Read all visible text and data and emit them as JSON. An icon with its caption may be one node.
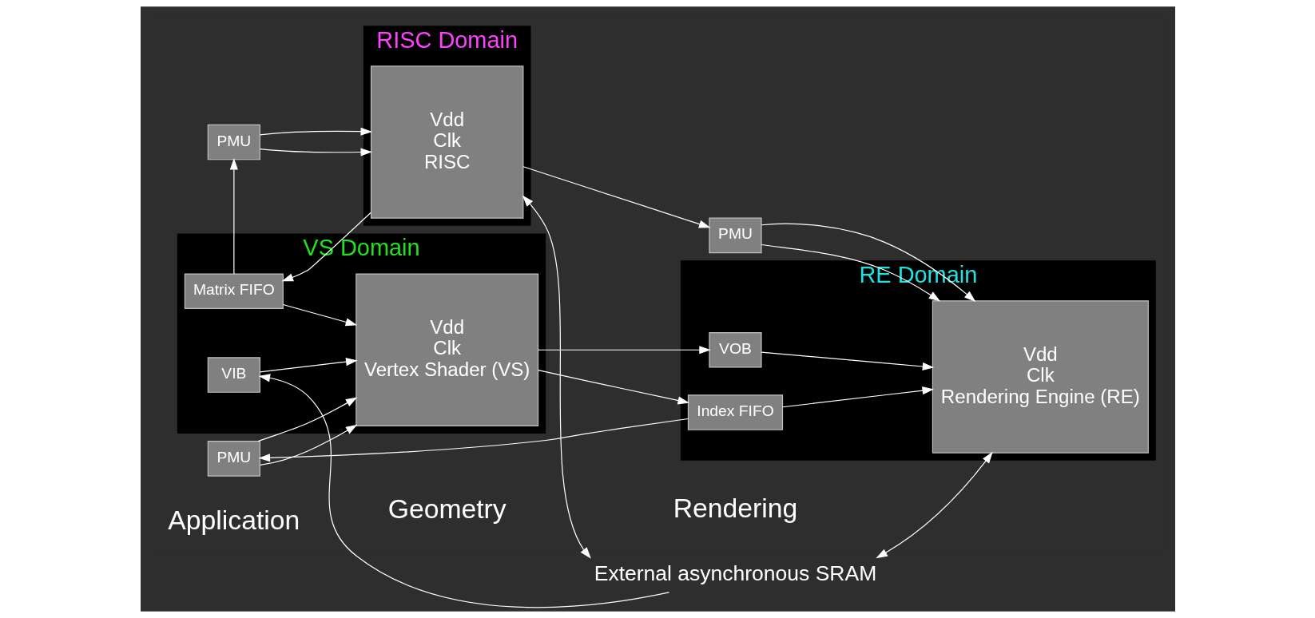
{
  "diagram": {
    "nodes": [
      {
        "text": [
          "PMU"
        ]
      },
      {
        "text": [
          "PMU"
        ]
      },
      {
        "text": [
          "PMU"
        ]
      },
      {
        "text": [
          "RISC Domain"
        ]
      },
      {
        "text": [
          "Vdd",
          "Clk",
          "RISC"
        ],
        "in": 3
      },
      {
        "text": [
          "VS Domain"
        ]
      },
      {
        "text": [
          "Matrix FIFO"
        ],
        "in": 5
      },
      {
        "text": [
          "VIB"
        ],
        "in": 5
      },
      {
        "text": [
          "Vdd",
          "Clk",
          "Vertex Shader (VS)"
        ],
        "in": 5
      },
      {
        "text": [
          "RE Domain"
        ]
      },
      {
        "text": [
          "Index FIFO"
        ],
        "in": 9
      },
      {
        "text": [
          "VOB"
        ],
        "in": 9
      },
      {
        "text": [
          "Vdd",
          "Clk",
          "Rendering Engine (RE)"
        ],
        "in": 9
      },
      {
        "text": [
          "External asynchronous SRAM"
        ]
      }
    ],
    "edges": [
      {
        "from": 0,
        "to": 4,
        "arrow": "to"
      },
      {
        "from": 0,
        "to": 4,
        "arrow": "to"
      },
      {
        "from": 6,
        "to": 0,
        "arrow": "to"
      },
      {
        "from": 4,
        "to": 2,
        "arrow": "to"
      },
      {
        "from": 1,
        "to": 8,
        "arrow": "to"
      },
      {
        "from": 1,
        "to": 8,
        "arrow": "to"
      },
      {
        "from": 10,
        "to": 1,
        "arrow": "to"
      },
      {
        "from": 2,
        "to": 12,
        "arrow": "to"
      },
      {
        "from": 2,
        "to": 12,
        "arrow": "to"
      },
      {
        "from": 4,
        "to": 6,
        "arrow": "to"
      },
      {
        "from": 6,
        "to": 8,
        "arrow": "to"
      },
      {
        "from": 7,
        "to": 8,
        "arrow": "to"
      },
      {
        "from": 13,
        "to": 7,
        "arrow": "to"
      },
      {
        "from": 8,
        "to": 10,
        "arrow": "to"
      },
      {
        "from": 8,
        "to": 11,
        "arrow": "to"
      },
      {
        "from": 10,
        "to": 12,
        "arrow": "to"
      },
      {
        "from": 11,
        "to": 12,
        "arrow": "to"
      },
      {
        "from": 4,
        "to": 13,
        "arrow": "both"
      },
      {
        "from": 12,
        "to": 13,
        "arrow": "both"
      }
    ],
    "labels": [
      "Application",
      "Geometry",
      "Rendering"
    ]
  }
}
